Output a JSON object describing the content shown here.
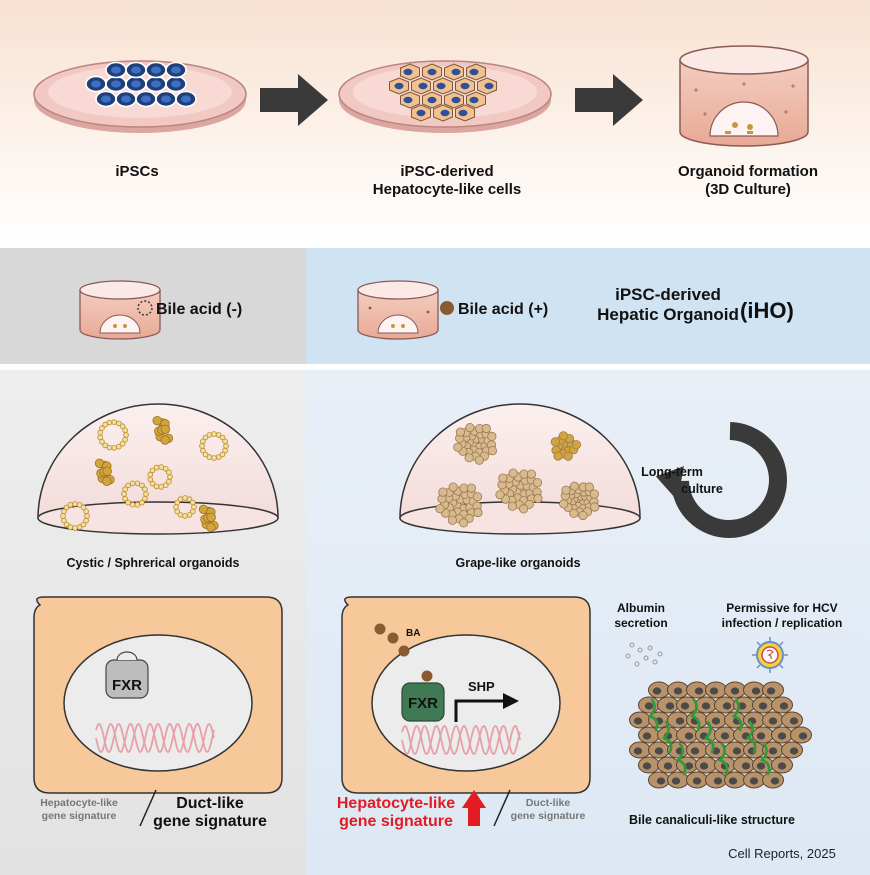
{
  "top": {
    "step1": "iPSCs",
    "step2_line1": "iPSC-derived",
    "step2_line2": "Hepatocyte-like cells",
    "step3_line1": "Organoid formation",
    "step3_line2": "(3D Culture)"
  },
  "conditions": {
    "left_label": "Bile acid (-)",
    "right_label": "Bile acid (+)",
    "iho_line1": "iPSC-derived",
    "iho_line2": "Hepatic Organoid",
    "iho_abbr": "(iHO)"
  },
  "organoids": {
    "left_caption": "Cystic / Sphrerical organoids",
    "right_caption": "Grape-like organoids",
    "cycle_line1": "Long-term",
    "cycle_line2": "culture"
  },
  "cells": {
    "fxr": "FXR",
    "ba": "BA",
    "shp": "SHP",
    "left_hep_line1": "Hepatocyte-like",
    "left_hep_line2": "gene signature",
    "left_duct_line1": "Duct-like",
    "left_duct_line2": "gene signature",
    "right_hep_line1": "Hepatocyte-like",
    "right_hep_line2": "gene signature",
    "right_duct_line1": "Duct-like",
    "right_duct_line2": "gene signature"
  },
  "features": {
    "albumin_line1": "Albumin",
    "albumin_line2": "secretion",
    "hcv_line1": "Permissive for HCV",
    "hcv_line2": "infection / replication",
    "canaliculi": "Bile canaliculi-like structure"
  },
  "citation": "Cell Reports, 2025",
  "colors": {
    "dish_pink": "#f2c8c2",
    "cell_orange": "#f7c99a",
    "organoid_gold": "#d4a43c",
    "grape_tan": "#d9b98e",
    "fxr_green": "#3f7a54",
    "dna_pink": "#e8a0a8",
    "red_accent": "#e31b23",
    "ba_brown": "#8a5a32"
  }
}
